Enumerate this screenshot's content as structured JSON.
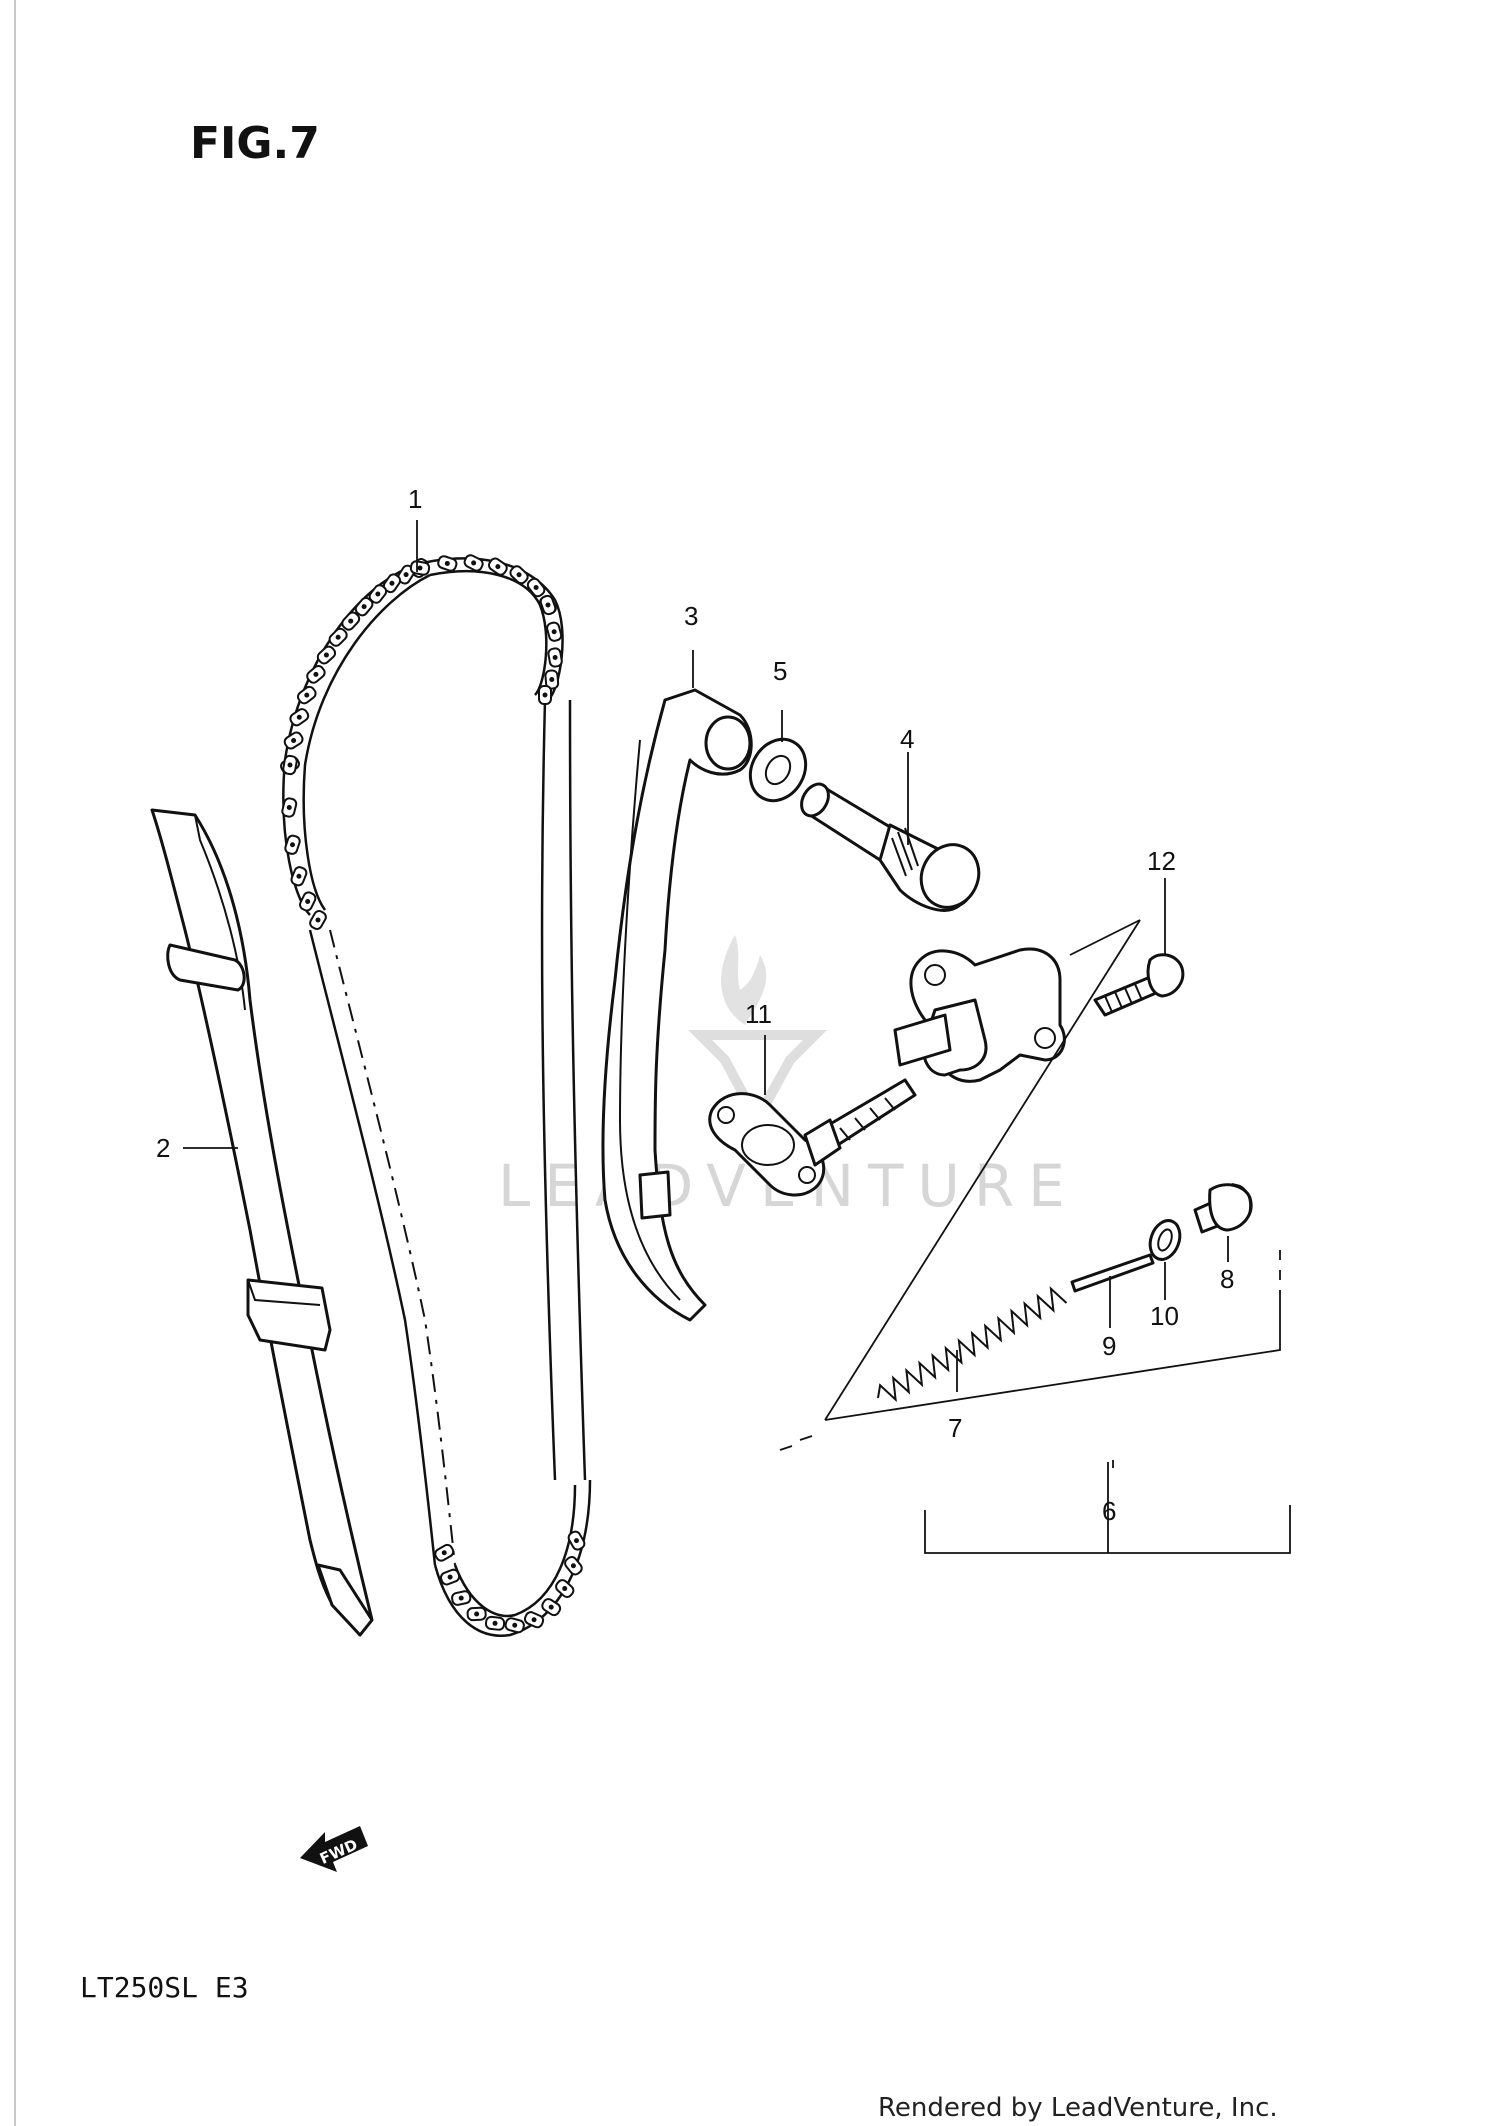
{
  "figure": {
    "title": "FIG.7",
    "model_code": "LT250SL  E3",
    "credit": "Rendered by LeadVenture, Inc.",
    "watermark": "LEADVENTURE",
    "fwd_label": "FWD"
  },
  "callouts": [
    {
      "id": "1",
      "label": "1"
    },
    {
      "id": "2",
      "label": "2"
    },
    {
      "id": "3",
      "label": "3"
    },
    {
      "id": "4",
      "label": "4"
    },
    {
      "id": "5",
      "label": "5"
    },
    {
      "id": "6",
      "label": "6"
    },
    {
      "id": "7",
      "label": "7"
    },
    {
      "id": "8",
      "label": "8"
    },
    {
      "id": "9",
      "label": "9"
    },
    {
      "id": "10",
      "label": "10"
    },
    {
      "id": "11",
      "label": "11"
    },
    {
      "id": "12",
      "label": "12"
    }
  ],
  "colors": {
    "ink": "#111111",
    "watermark": "#d6d6d6",
    "paper": "#ffffff"
  }
}
